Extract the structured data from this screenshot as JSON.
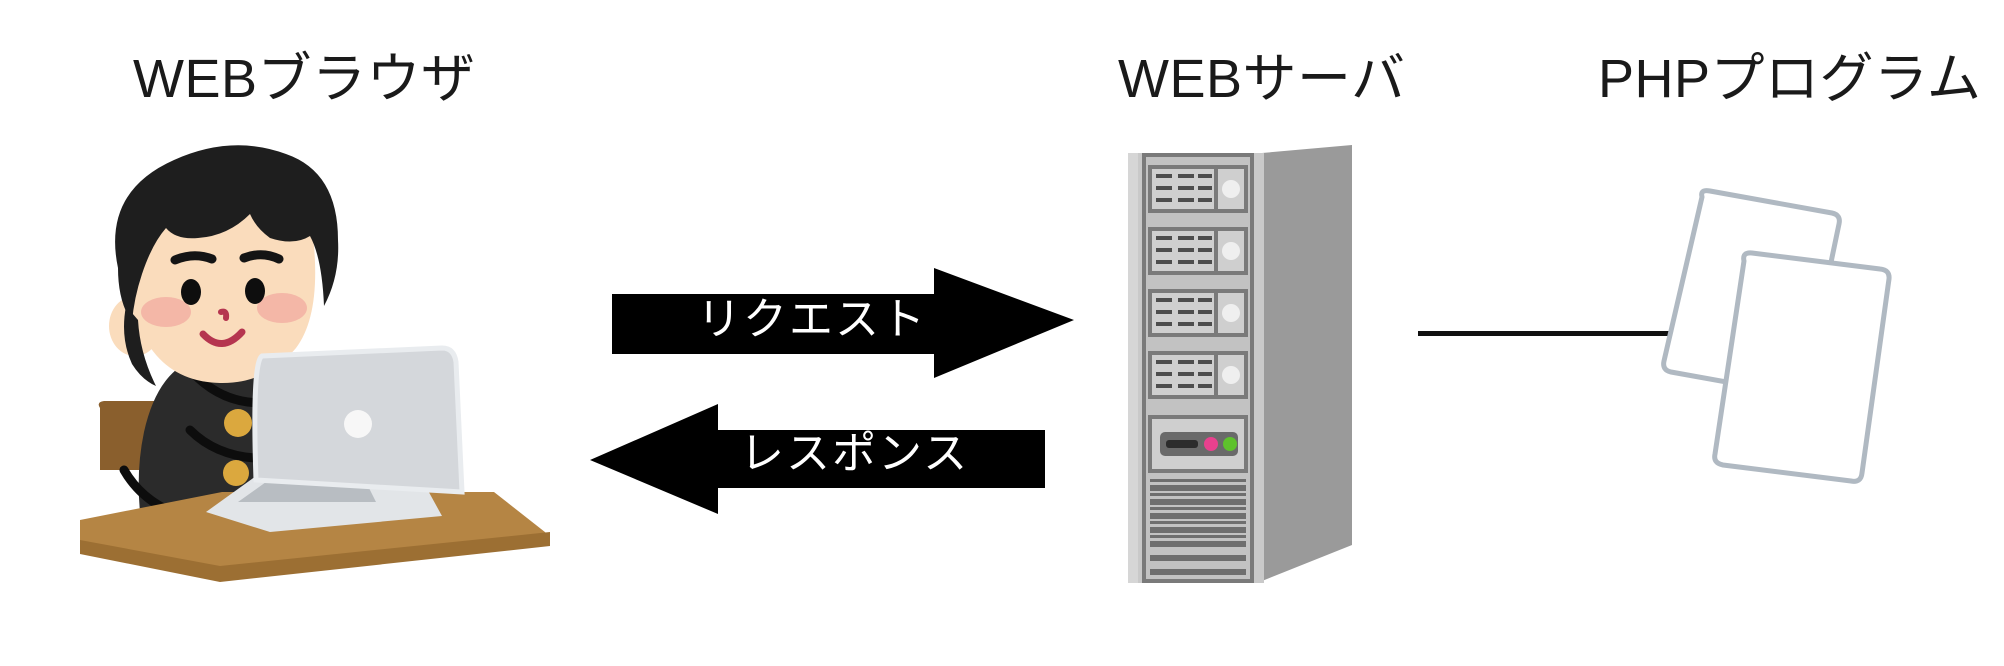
{
  "diagram": {
    "title_labels": {
      "browser": "WEBブラウザ",
      "server": "WEBサーバ",
      "php": "PHPプログラム"
    },
    "arrows": [
      {
        "id": "request",
        "label": "リクエスト",
        "direction": "right",
        "from": "WEBブラウザ",
        "to": "WEBサーバ",
        "fill_color": "#000000",
        "text_color": "#ffffff"
      },
      {
        "id": "response",
        "label": "レスポンス",
        "direction": "left",
        "from": "WEBサーバ",
        "to": "WEBブラウザ",
        "fill_color": "#000000",
        "text_color": "#ffffff"
      }
    ],
    "connector": {
      "from": "WEBサーバ",
      "to": "PHPプログラム",
      "style": "solid-line",
      "color": "#111111"
    },
    "illustrations": {
      "person": {
        "name": "student-at-laptop",
        "hair_color": "#1e1e1e",
        "skin_color": "#fadcbc",
        "cheek_color": "#f2aba0",
        "uniform_color": "#2b2b2b",
        "button_color": "#dba83e",
        "mouth_color": "#b5354f",
        "laptop_color": "#d4d7db",
        "laptop_logo_color": "#f7f7f7",
        "desk_top_color": "#b58544",
        "desk_edge_color": "#9c6f33",
        "chair_color": "#8a5f2d"
      },
      "server": {
        "name": "server-tower",
        "front_color": "#c9c9c9",
        "side_color": "#9a9a9a",
        "bay_color": "#c2c2c2",
        "outline_color": "#7a7a7a",
        "slot_color": "#3a3a3a",
        "led_pink": "#e8418e",
        "led_green": "#5ec22c",
        "bay_count": 4,
        "vent_count": 12
      },
      "documents": {
        "name": "php-program-pages",
        "page_count": 2,
        "outline_color": "#b0b9c2",
        "fill_color": "#ffffff"
      }
    },
    "background_color": "#ffffff"
  }
}
